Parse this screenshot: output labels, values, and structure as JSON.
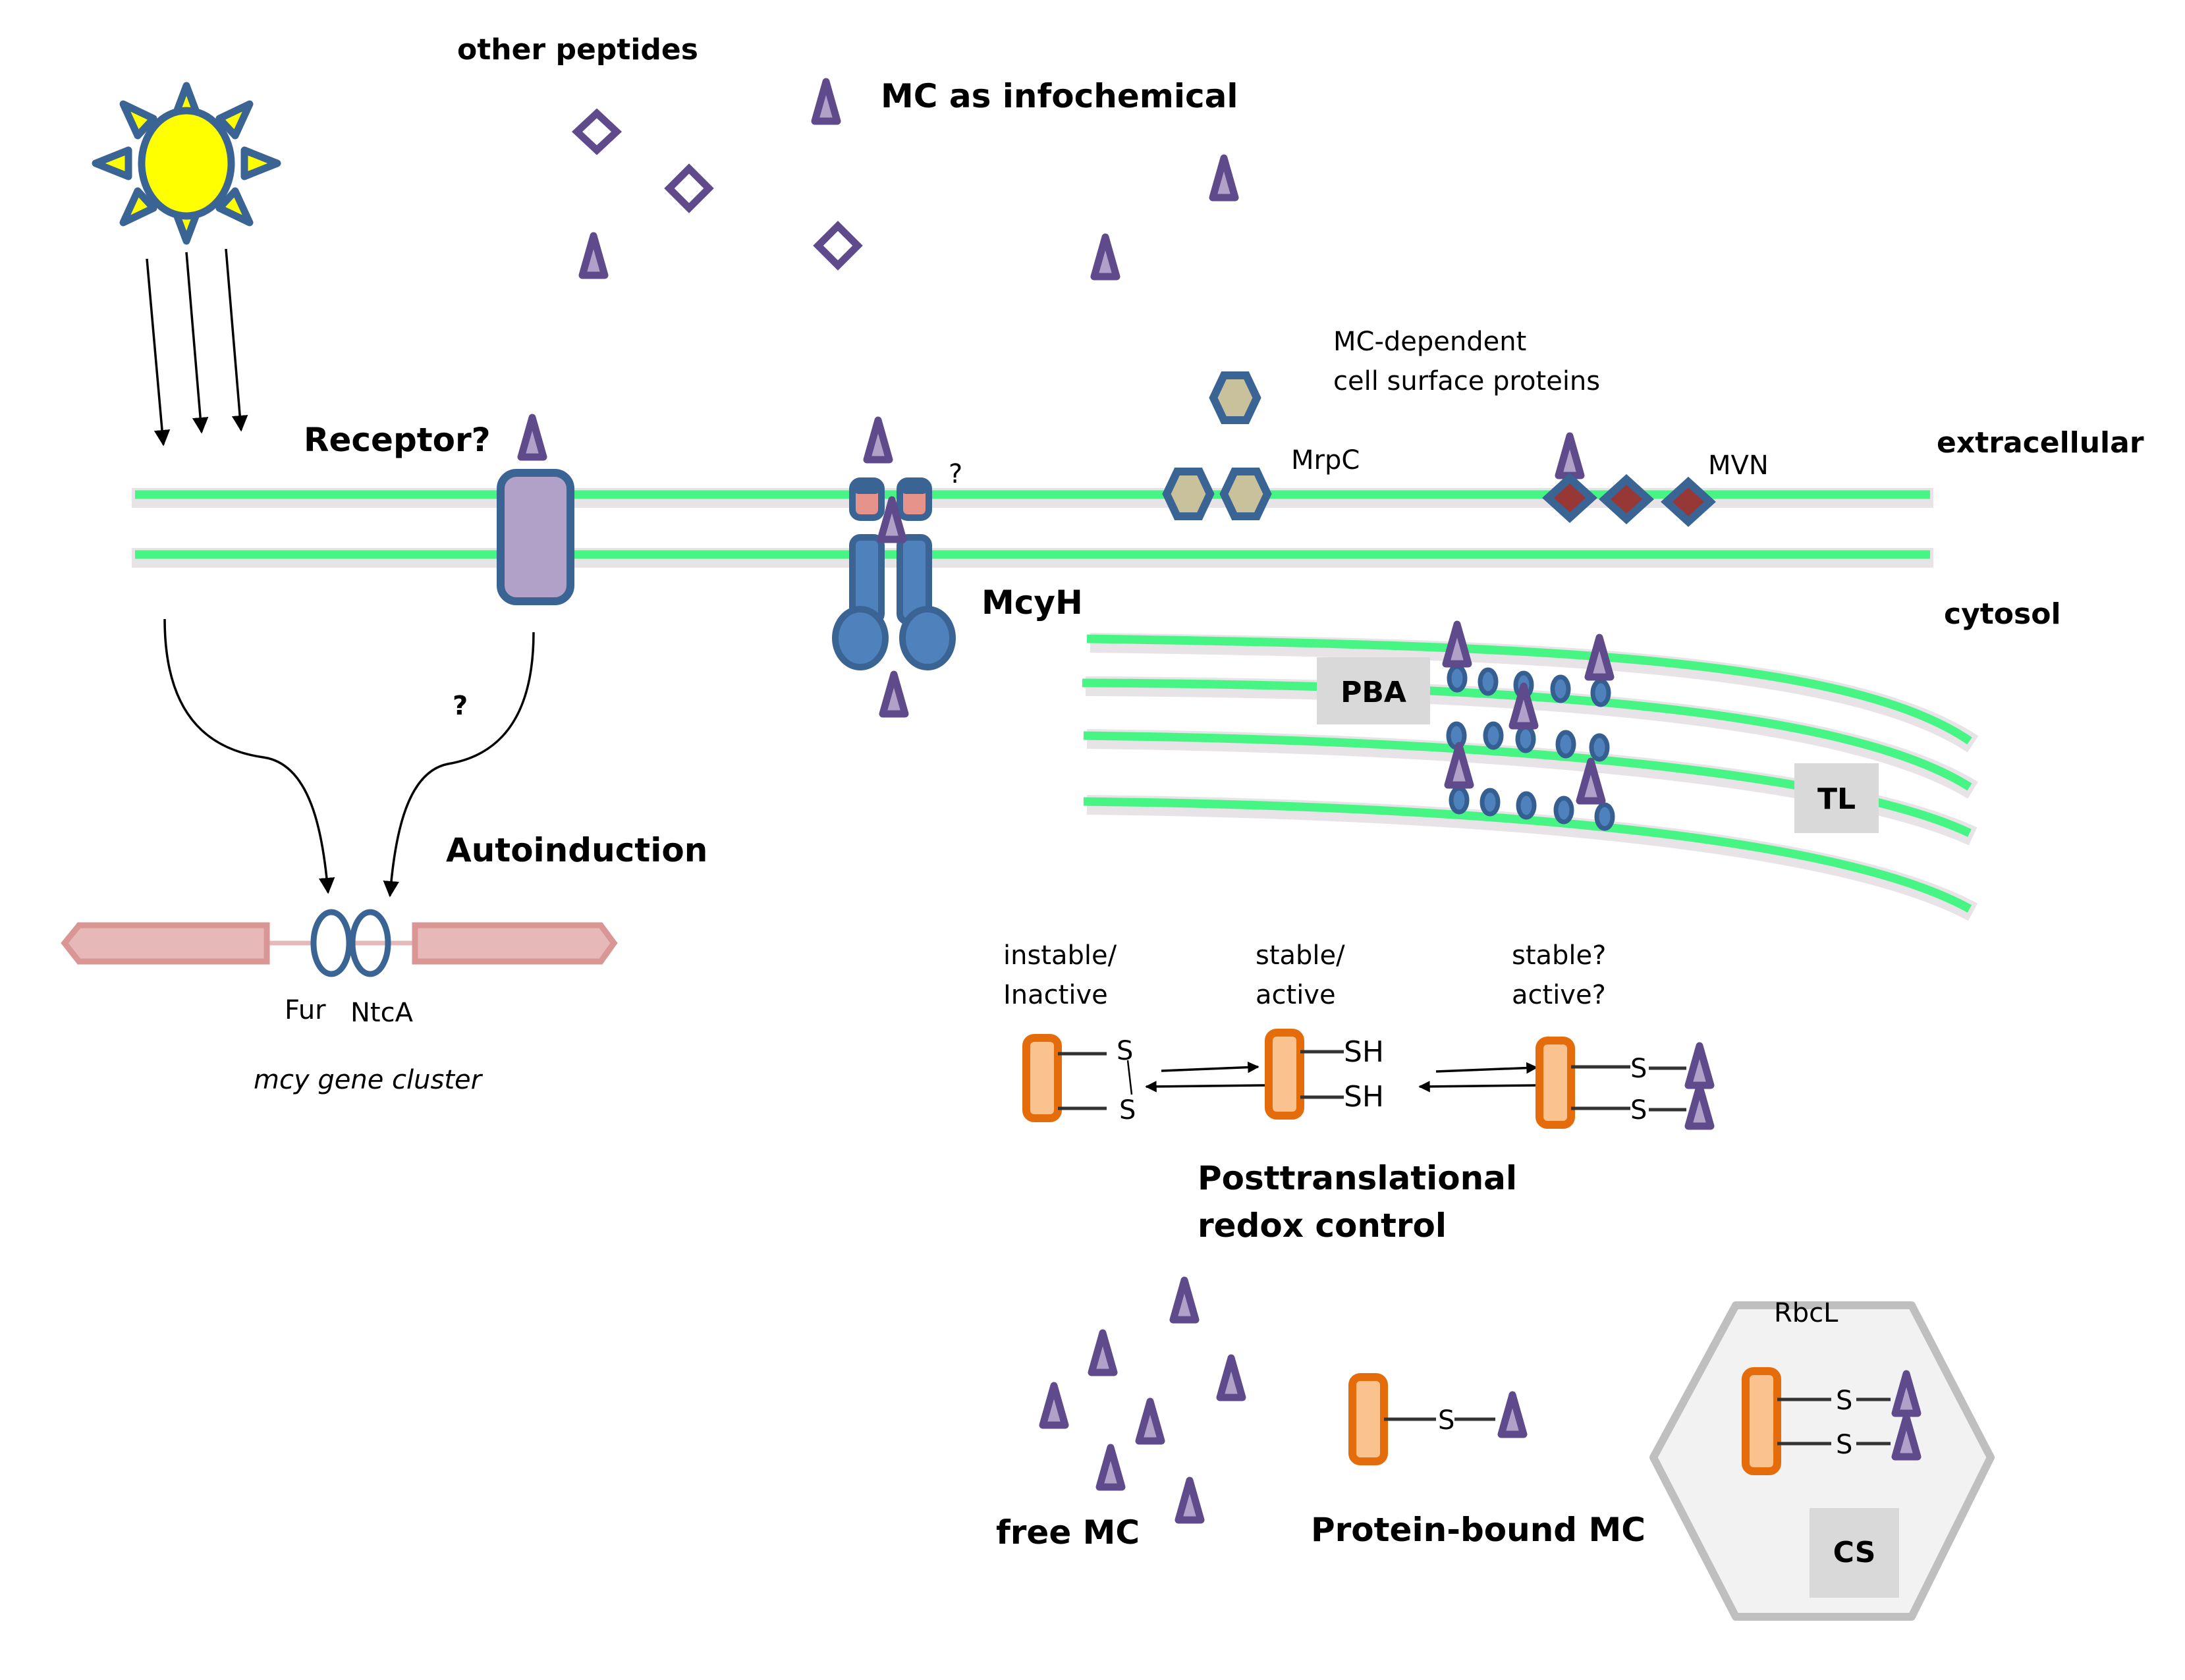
{
  "labels": {
    "other_peptides": "other peptides",
    "mc_infochemical": "MC as infochemical",
    "mc_dependent_line1": "MC-dependent",
    "mc_dependent_line2": "cell surface  proteins",
    "receptor": "Receptor?",
    "mrpc": "MrpC",
    "mvn": "MVN",
    "extracellular": "extracellular",
    "cytosol": "cytosol",
    "mcyh": "McyH",
    "mcyh_question": "?",
    "receptor_path_question": "?",
    "pba": "PBA",
    "tl": "TL",
    "autoinduction": "Autoinduction",
    "fur": "Fur",
    "ntca": "NtcA",
    "mcy_gene_cluster": "mcy gene cluster",
    "state1_line1": "instable/",
    "state1_line2": "Inactive",
    "state2_line1": "stable/",
    "state2_line2": "active",
    "state3_line1": "stable?",
    "state3_line2": "active?",
    "redox_line1": "Posttranslational",
    "redox_line2": "redox control",
    "free_mc": "free MC",
    "protein_bound_mc": "Protein-bound MC",
    "rbcl": "RbcL",
    "cs": "CS",
    "s": "S",
    "sh": "SH"
  },
  "colors": {
    "membrane": "#47f584",
    "mc_triangle_fill": "#b1a0c7",
    "mc_triangle_stroke": "#5f4a8b",
    "protein_fill": "#f9c28f",
    "protein_stroke": "#e46c0a",
    "blue_outline": "#3a6494",
    "sun_fill": "#ffff00",
    "gene_arrow": "#e6b9b8"
  }
}
